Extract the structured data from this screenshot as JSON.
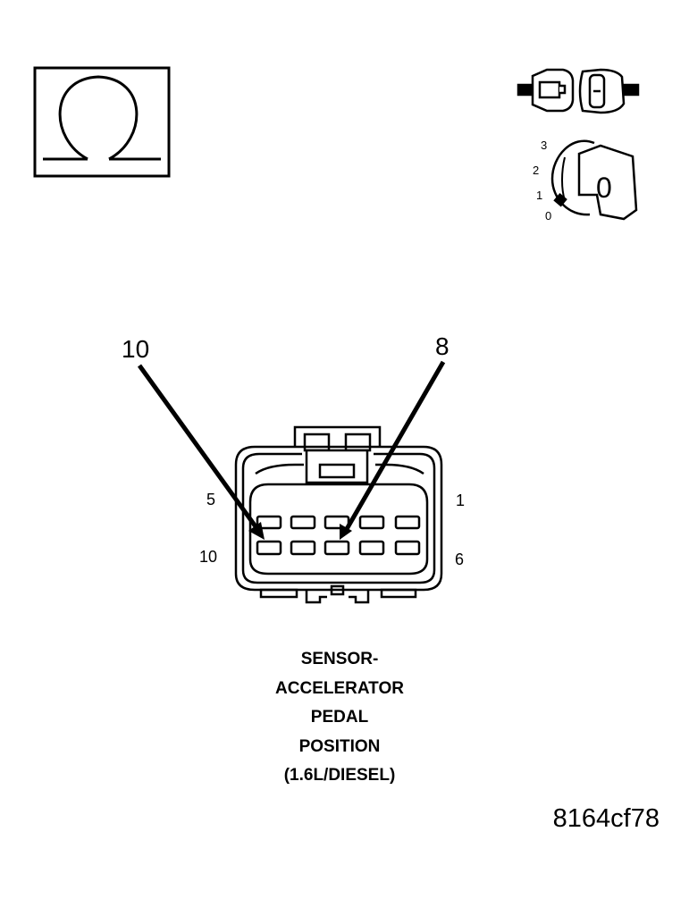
{
  "ohm_symbol": "Ω",
  "ignition_switch": {
    "positions": [
      "3",
      "2",
      "1",
      "0"
    ],
    "key_position": "0"
  },
  "connector": {
    "callouts": [
      {
        "pin": "10"
      },
      {
        "pin": "8"
      }
    ],
    "end_pins": {
      "top_left": "5",
      "top_right": "1",
      "bottom_left": "10",
      "bottom_right": "6"
    }
  },
  "caption_lines": [
    "SENSOR-",
    "ACCELERATOR",
    "PEDAL",
    "POSITION",
    "(1.6L/DIESEL)"
  ],
  "figure_id": "8164cf78"
}
